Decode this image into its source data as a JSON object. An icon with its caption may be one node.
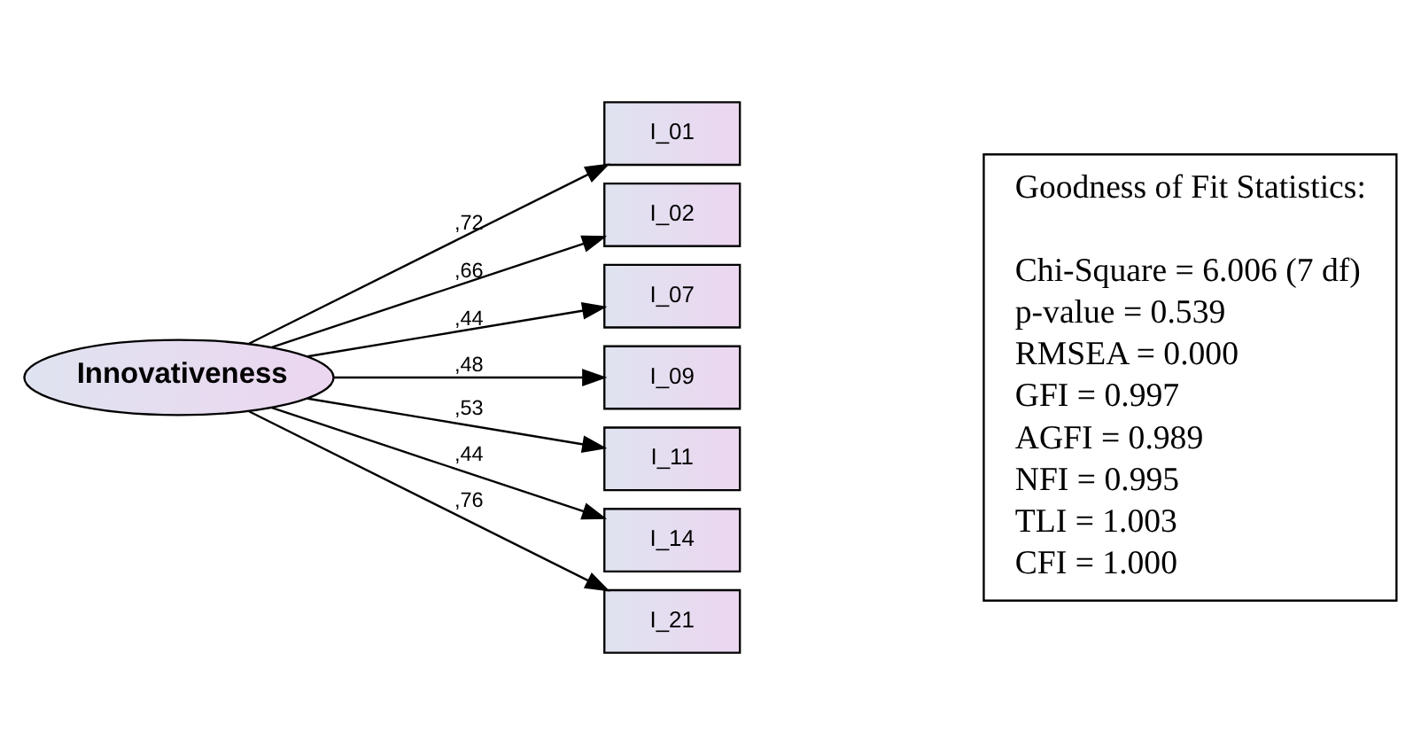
{
  "diagram": {
    "nodes": [
      {
        "text": [
          "Innovativeness"
        ]
      },
      {
        "text": [
          "I_01"
        ]
      },
      {
        "text": [
          "I_02"
        ]
      },
      {
        "text": [
          "I_07"
        ]
      },
      {
        "text": [
          "I_09"
        ]
      },
      {
        "text": [
          "I_11"
        ]
      },
      {
        "text": [
          "I_14"
        ]
      },
      {
        "text": [
          "I_21"
        ]
      },
      {
        "text": [
          "Goodness of Fit Statistics:",
          "Chi-Square = 6.006 (7 df)",
          "p-value = 0.539",
          "RMSEA = 0.000",
          "GFI = 0.997",
          "AGFI = 0.989",
          "NFI = 0.995",
          "TLI = 1.003",
          "CFI = 1.000"
        ]
      }
    ],
    "edges": [
      {
        "from": 0,
        "to": 1,
        "arrow": "to",
        "label": ",72"
      },
      {
        "from": 0,
        "to": 2,
        "arrow": "to",
        "label": ",66"
      },
      {
        "from": 0,
        "to": 3,
        "arrow": "to",
        "label": ",44"
      },
      {
        "from": 0,
        "to": 4,
        "arrow": "to",
        "label": ",48"
      },
      {
        "from": 0,
        "to": 5,
        "arrow": "to",
        "label": ",53"
      },
      {
        "from": 0,
        "to": 6,
        "arrow": "to",
        "label": ",44"
      },
      {
        "from": 0,
        "to": 7,
        "arrow": "to",
        "label": ",76"
      }
    ]
  }
}
